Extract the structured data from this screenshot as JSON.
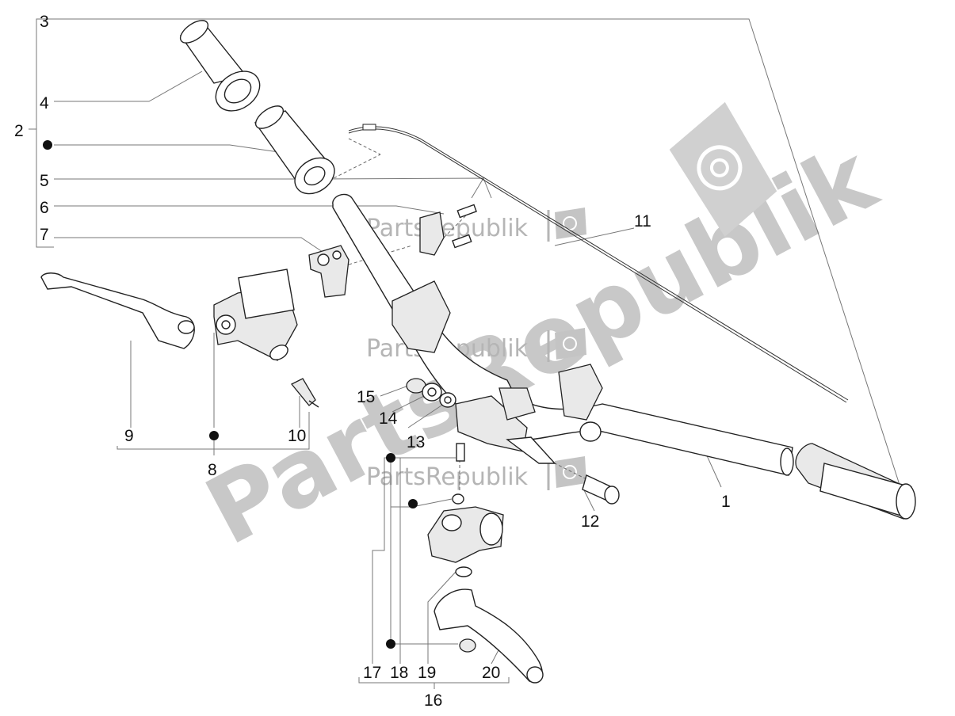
{
  "watermark": {
    "big_text": "PartsRepublik",
    "small_text": "PartsRepublik"
  },
  "labels": {
    "l1": "1",
    "l2": "2",
    "l3": "3",
    "l4": "4",
    "l5": "5",
    "l6": "6",
    "l7": "7",
    "l8": "8",
    "l9": "9",
    "l10": "10",
    "l11": "11",
    "l12": "12",
    "l13": "13",
    "l14": "14",
    "l15": "15",
    "l16": "16",
    "l17": "17",
    "l18": "18",
    "l19": "19",
    "l20": "20"
  },
  "icons": {
    "gear": "gear-flag-icon",
    "dot": "bullet-dot-icon"
  }
}
